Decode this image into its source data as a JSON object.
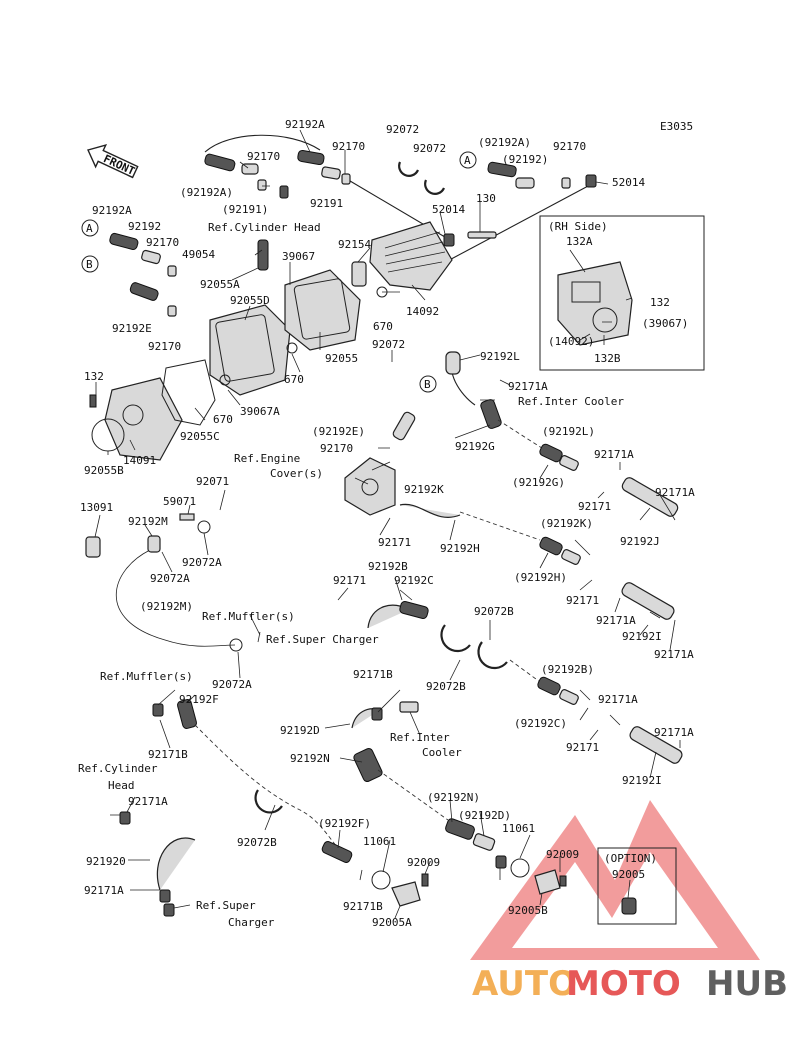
{
  "diagram": {
    "code": "E3035",
    "front_label": "FRONT",
    "rh_side_title": "(RH Side)",
    "option_title": "(OPTION)",
    "labels": [
      "92192A",
      "92170",
      "(92192A)",
      "(92191)",
      "92191",
      "92170",
      "Ref.Cylinder Head",
      "92072",
      "92072",
      "(92192A)",
      "(92192)",
      "92170",
      "52014",
      "52014",
      "130",
      "92192A",
      "92192",
      "92170",
      "49054",
      "39067",
      "92154",
      "92055A",
      "92055D",
      "92192E",
      "92170",
      "92055",
      "670",
      "14092",
      "670",
      "92072",
      "132",
      "670",
      "39067A",
      "92055C",
      "14091",
      "92055B",
      "132A",
      "132",
      "(14092)",
      "(39067)",
      "132B",
      "92192L",
      "92171A",
      "Ref.Inter Cooler",
      "(92192E)",
      "92170",
      "92192G",
      "(92192L)",
      "Ref.Engine",
      "Cover(s)",
      "92171A",
      "(92192G)",
      "92171",
      "92171A",
      "92192J",
      "92071",
      "59071",
      "92192K",
      "13091",
      "92192M",
      "92072A",
      "92171",
      "92192H",
      "(92192K)",
      "92072A",
      "92192B",
      "92171",
      "92192C",
      "(92192H)",
      "92171",
      "92171A",
      "(92192M)",
      "Ref.Muffler(s)",
      "92072B",
      "Ref.Super Charger",
      "92192I",
      "92171A",
      "92072A",
      "92072B",
      "(92192B)",
      "Ref.Muffler(s)",
      "92171B",
      "92171A",
      "92192F",
      "92192D",
      "(92192C)",
      "Ref.Inter",
      "Cooler",
      "92171",
      "92171A",
      "92171B",
      "92192N",
      "92192I",
      "Ref.Cylinder",
      "Head",
      "92171A",
      "(92192N)",
      "92072B",
      "(92192F)",
      "(92192D)",
      "11061",
      "11061",
      "92009",
      "92009",
      "921920",
      "92005",
      "92171A",
      "Ref.Super",
      "Charger",
      "92171B",
      "92005A",
      "92005B"
    ]
  },
  "watermark": {
    "auto": "AUTO",
    "moto": "MOTO",
    "hub": "HUB",
    "colors": {
      "auto": "#f2a23a",
      "moto": "#e23b3b",
      "hub": "#444444",
      "triangle": "#e24a4a"
    }
  }
}
